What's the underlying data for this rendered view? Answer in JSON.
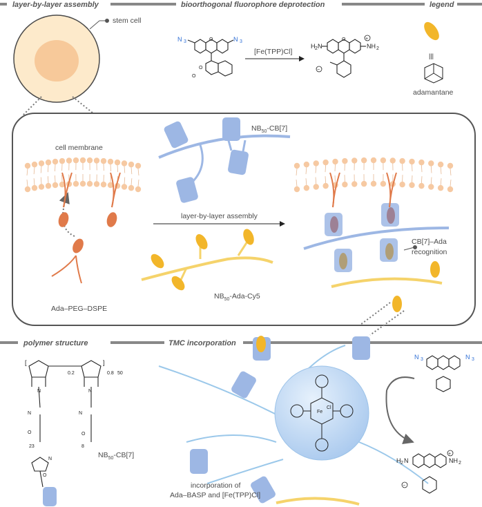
{
  "headers": {
    "layer": "layer-by-layer assembly",
    "bioorthogonal": "bioorthogonal fluorophore deprotection",
    "legend": "legend",
    "polymer": "polymer structure",
    "tmc": "TMC incorporation"
  },
  "labels": {
    "stem_cell": "stem cell",
    "catalyst": "[Fe(TPP)Cl]",
    "equiv": "|||",
    "adamantane": "adamantane",
    "cell_membrane": "cell membrane",
    "nb_cb7_prefix": "NB",
    "nb_cb7_sub": "50",
    "nb_cb7_suffix": "-CB[7]",
    "nb_ada_prefix": "NB",
    "nb_ada_sub": "50",
    "nb_ada_suffix": "-Ada-Cy5",
    "lbl_arrow": "layer-by-layer assembly",
    "recognition_1": "CB[7]–Ada",
    "recognition_2": "recognition",
    "ada_peg": "Ada–PEG–DSPE",
    "polymer_name_prefix": "NB",
    "polymer_name_sub": "50",
    "polymer_name_suffix": "-CB[7]",
    "incorp_1": "incorporation of",
    "incorp_2": "Ada–BASP and [Fe(TPP)Cl]",
    "n3": "N",
    "n3_sub": "3",
    "nh2": "NH",
    "nh2_sub": "2",
    "h2n": "H",
    "h2n_sub": "2",
    "h2n_n": "N",
    "o": "O",
    "n": "N",
    "fe": "Fe",
    "cl": "Cl",
    "sub_02": "0.2",
    "sub_08": "0.8",
    "sub_50": "50",
    "sub_23": "23",
    "sub_8": "8",
    "plus": "+",
    "minus": "−"
  },
  "colors": {
    "cell_fill": "#fdeacb",
    "cell_nucleus": "#f7c99a",
    "blue_polymer": "#9db7e4",
    "yellow_polymer": "#f5d36b",
    "ada": "#f2b62a",
    "orange": "#e07a4a",
    "lipid_head": "#f6c9a2",
    "sphere": "#bcd8f3"
  }
}
